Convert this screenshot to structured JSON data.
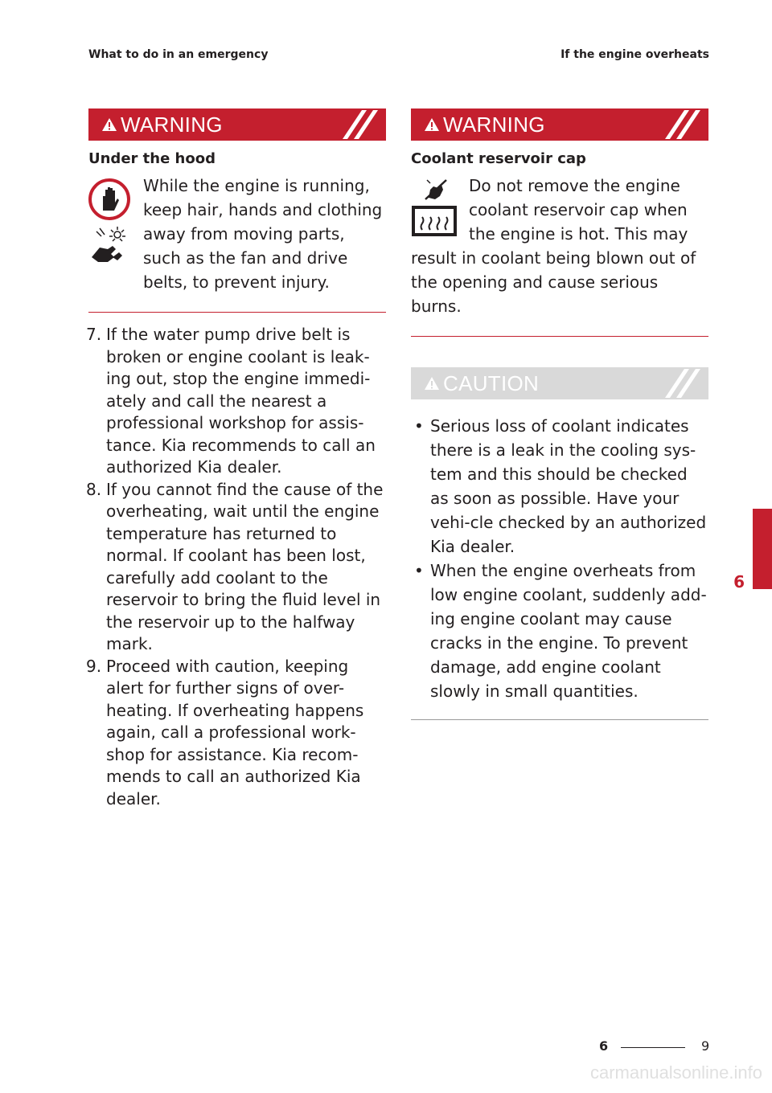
{
  "header": {
    "left": "What to do in an emergency",
    "right": "If the engine overheats"
  },
  "left_column": {
    "warning_label": "WARNING",
    "subheading": "Under the hood",
    "warning_text": "While the engine is running, keep hair, hands and clothing away from moving parts, such as the fan and drive belts, to prevent injury.",
    "steps": [
      {
        "number": "7.",
        "text": "If the water pump drive belt is broken or engine coolant is leak-ing out, stop the engine immedi-ately and call the nearest a professional workshop for assis-tance. Kia recommends to call an authorized Kia dealer."
      },
      {
        "number": "8.",
        "text": "If you cannot find the cause of the overheating, wait until the engine temperature has returned to normal. If coolant has been lost, carefully add coolant to the reservoir to bring the fluid level in the reservoir up to the halfway mark."
      },
      {
        "number": "9.",
        "text": "Proceed with caution, keeping alert for further signs of over-heating. If overheating happens again, call a professional work-shop for assistance. Kia recom-mends to call an authorized Kia dealer."
      }
    ]
  },
  "right_column": {
    "warning_label": "WARNING",
    "subheading": "Coolant reservoir cap",
    "warning_text": "Do not remove the engine coolant reservoir cap when the engine is hot. This may result in coolant being blown out of the opening and cause serious burns.",
    "caution_label": "CAUTION",
    "bullets": [
      "Serious loss of coolant indicates there is a leak in the cooling sys-tem and this should be checked as soon as possible. Have your vehi-cle checked by an authorized Kia dealer.",
      "When the engine overheats from low engine coolant, suddenly add-ing engine coolant may cause cracks in the engine. To prevent damage, add engine coolant slowly in small quantities."
    ]
  },
  "chapter_tab": "6",
  "footer": {
    "chapter": "6",
    "page": "9"
  },
  "watermark": "carmanualsonline.info",
  "colors": {
    "warning_red": "#c41f2e",
    "caution_grey": "#d9d9d9",
    "text": "#231f20"
  },
  "icons": [
    "warning-triangle-icon",
    "stop-hand-icon",
    "moving-parts-hand-icon",
    "no-hand-touch-icon",
    "hot-radiator-icon"
  ]
}
